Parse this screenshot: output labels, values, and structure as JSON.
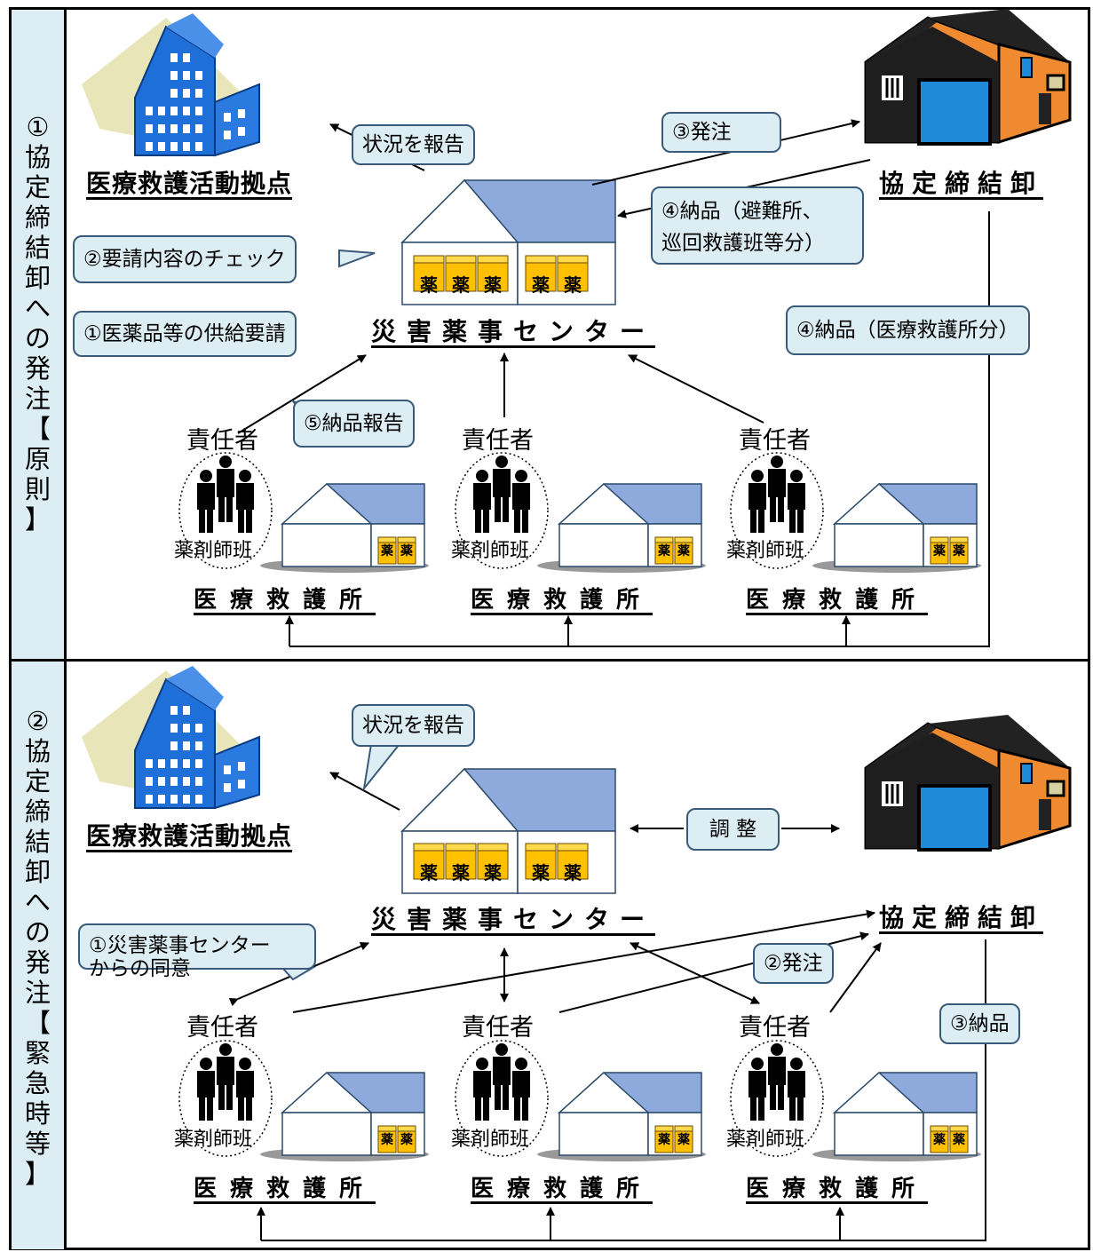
{
  "section1": {
    "title": [
      "①",
      "協",
      "定",
      "締",
      "結",
      "卸",
      "へ",
      "の",
      "発",
      "注",
      "【",
      "原",
      "則",
      "】"
    ],
    "base_label": "医療救護活動拠点",
    "center_label": "災害薬事センター",
    "wholesaler_label": "協定締結卸",
    "clinic_label": "医療救護所",
    "leader_label": "責任者",
    "team_label": "薬剤師班",
    "kusuri": "薬",
    "callouts": {
      "report": "状況を報告",
      "order": "③発注",
      "delivery_shelter_line1": "④納品（避難所、",
      "delivery_shelter_line2": "巡回救護班等分）",
      "check": "②要請内容のチェック",
      "request": "①医薬品等の供給要請",
      "delivery_report": "⑤納品報告",
      "delivery_clinic": "④納品（医療救護所分）"
    }
  },
  "section2": {
    "title": [
      "②",
      "協",
      "定",
      "締",
      "結",
      "卸",
      "へ",
      "の",
      "発",
      "注",
      "【",
      "緊",
      "急",
      "時",
      "等",
      "】"
    ],
    "base_label": "医療救護活動拠点",
    "center_label": "災害薬事センター",
    "wholesaler_label": "協定締結卸",
    "clinic_label": "医療救護所",
    "leader_label": "責任者",
    "team_label": "薬剤師班",
    "kusuri": "薬",
    "callouts": {
      "report": "状況を報告",
      "adjust": "調 整",
      "consent_line1": "①災害薬事センター",
      "consent_line2": "からの同意",
      "order": "②発注",
      "delivery": "③納品"
    }
  },
  "colors": {
    "callout_bg": "#dcedf4",
    "building_blue": "#1f6fd8",
    "roof_blue": "#8ea9db",
    "box_yellow": "#ffc000",
    "warehouse_orange": "#f08a30"
  }
}
